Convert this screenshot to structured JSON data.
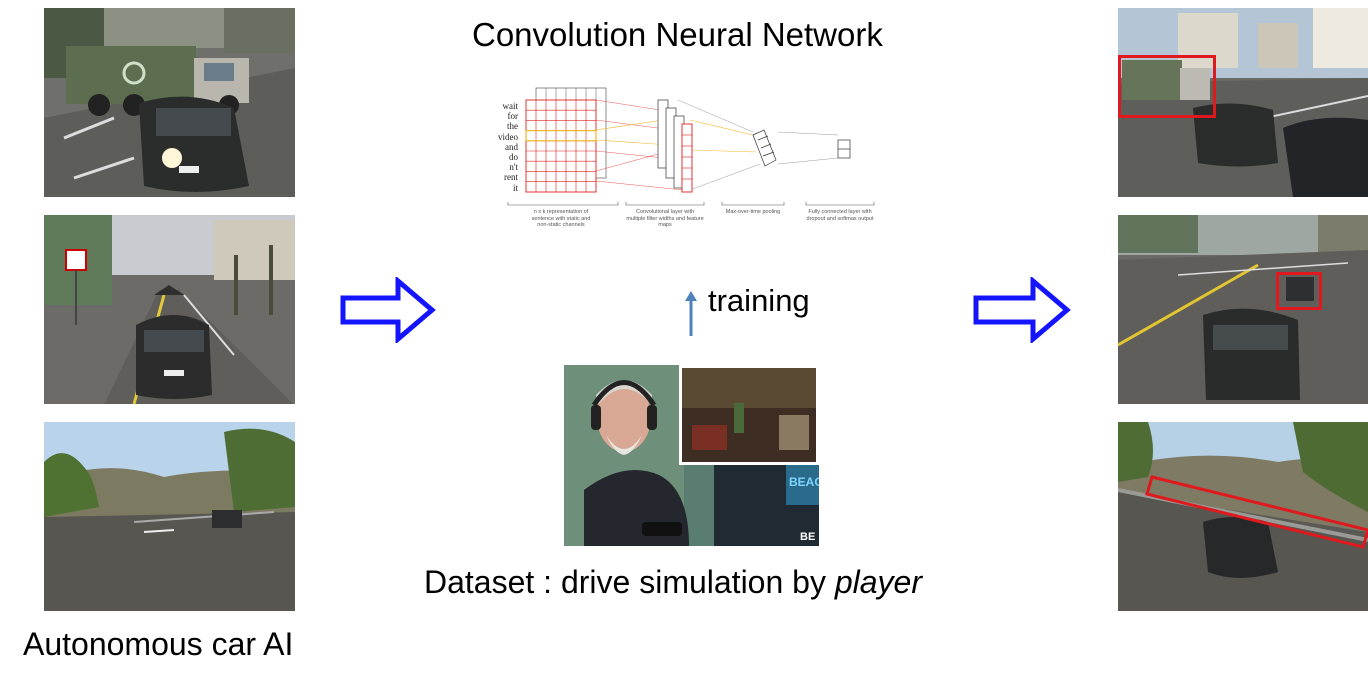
{
  "title": "Convolution Neural Network",
  "training_label": "training",
  "dataset_caption_prefix": "Dataset : drive simulation by ",
  "dataset_caption_emphasis": "player",
  "left_caption": "Autonomous car AI",
  "cnn_diagram": {
    "words": [
      "wait",
      "for",
      "the",
      "video",
      "and",
      "do",
      "n't",
      "rent",
      "it"
    ],
    "stage_labels": [
      "n x k representation of sentence with static and non-static channels",
      "Convolutional layer with multiple filter widths and feature maps",
      "Max-over-time pooling",
      "Fully connected layer with dropout and softmax output"
    ]
  },
  "video_watermark": "BE",
  "screen_sign_text": "BEAC",
  "detection_box_color": "#e0191f",
  "arrow_color": "#1414ff",
  "training_arrow_color": "#4f81bd"
}
